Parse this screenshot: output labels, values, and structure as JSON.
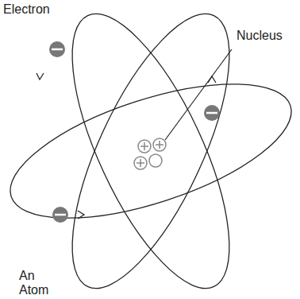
{
  "diagram": {
    "labels": [
      "Electron",
      "Nucleus",
      "An Atom"
    ]
  }
}
